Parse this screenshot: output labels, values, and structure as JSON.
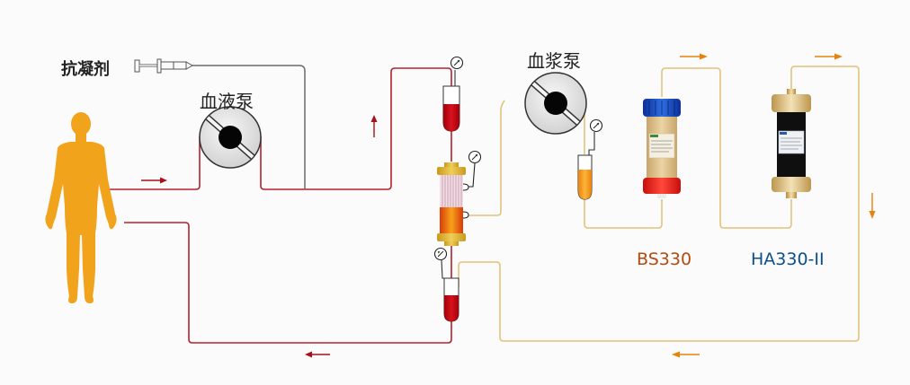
{
  "labels": {
    "anticoagulant": "抗凝剂",
    "blood_pump": "血液泵",
    "plasma_pump": "血浆泵",
    "adsorber_1": "BS330",
    "adsorber_2": "HA330-II"
  },
  "colors": {
    "blood_line": "#b3222e",
    "plasma_line": "#e3c27a",
    "anticoagulant_line": "#6a6a6a",
    "body": "#f2a31c",
    "blood_arrow": "#a8101a",
    "plasma_arrow": "#e6830f",
    "bs330_label": "#b34a10",
    "ha330_label": "#0d4f8c",
    "background": "#fbfbfb"
  },
  "flow_arrows": [
    {
      "id": "to-blood-pump",
      "direction": "right",
      "line": "blood"
    },
    {
      "id": "up-to-chamber",
      "direction": "up",
      "line": "blood"
    },
    {
      "id": "return-to-body",
      "direction": "left",
      "line": "blood"
    },
    {
      "id": "to-bs330",
      "direction": "right",
      "line": "plasma"
    },
    {
      "id": "to-ha330",
      "direction": "right",
      "line": "plasma"
    },
    {
      "id": "down-right",
      "direction": "down",
      "line": "plasma"
    },
    {
      "id": "plasma-return",
      "direction": "left",
      "line": "plasma"
    }
  ]
}
